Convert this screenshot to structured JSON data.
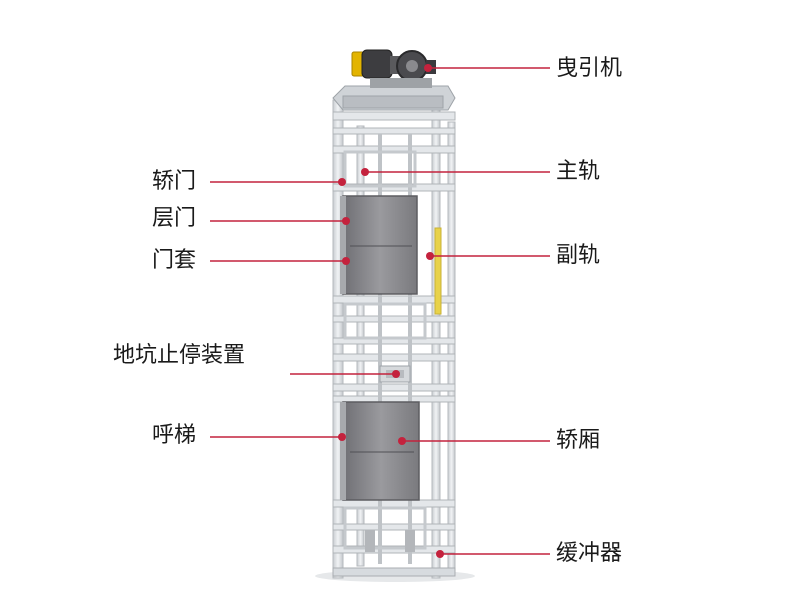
{
  "labels": {
    "traction_machine": "曳引机",
    "main_rail": "主轨",
    "aux_rail": "副轨",
    "car_door": "轿门",
    "landing_door": "层门",
    "door_frame": "门套",
    "pit_stop_device": "地坑止停装置",
    "call_button": "呼梯",
    "car": "轿厢",
    "buffer": "缓冲器"
  },
  "colors": {
    "leader_line": "#c4223d",
    "frame": "#dfe3e6",
    "cabin": "#8a8a8e",
    "rail_yellow": "#e8d24a"
  }
}
